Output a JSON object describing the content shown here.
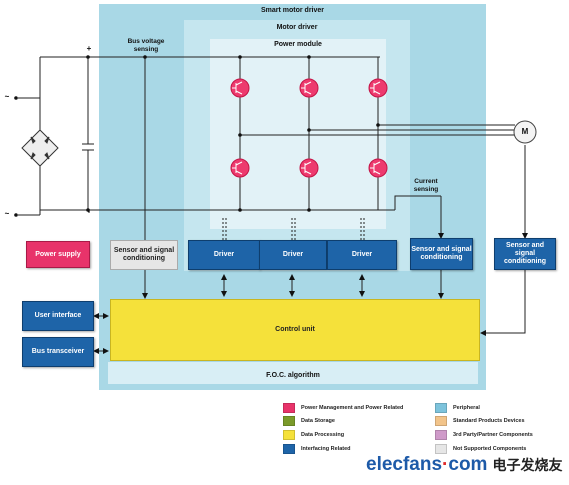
{
  "regions": {
    "smart_motor_driver": "Smart motor driver",
    "motor_driver": "Motor driver",
    "power_module": "Power module",
    "foc": "F.O.C. algorithm"
  },
  "blocks": {
    "power_supply": "Power supply",
    "sensor_left": "Sensor and signal conditioning",
    "sensor_mid": "Sensor and signal conditioning",
    "sensor_right": "Sensor and signal conditioning",
    "driver1": "Driver",
    "driver2": "Driver",
    "driver3": "Driver",
    "user_interface": "User interface",
    "bus_transceiver": "Bus transceiver",
    "control_unit": "Control unit"
  },
  "labels": {
    "bus_voltage": "Bus voltage sensing",
    "current_sensing": "Current sensing",
    "motor": "M",
    "plus": "+",
    "minus": "-",
    "ac_top": "~",
    "ac_bottom": "~"
  },
  "legend": [
    {
      "label": "Power Management and Power Related",
      "color": "#e8336a"
    },
    {
      "label": "Data Storage",
      "color": "#7a9a2a"
    },
    {
      "label": "Data Processing",
      "color": "#f5e13a"
    },
    {
      "label": "Interfacing Related",
      "color": "#1e64a8"
    },
    {
      "label": "Peripheral",
      "color": "#7dc3dc"
    },
    {
      "label": "Standard Products Devices",
      "color": "#f2c48a"
    },
    {
      "label": "3rd Party/Partner Components",
      "color": "#cf9ac9"
    },
    {
      "label": "Not Supported Components",
      "color": "#e6e6e6"
    }
  ],
  "watermark": {
    "site": "elecfans",
    "dot": "·",
    "tld": "com",
    "cn": "电子发烧友"
  }
}
